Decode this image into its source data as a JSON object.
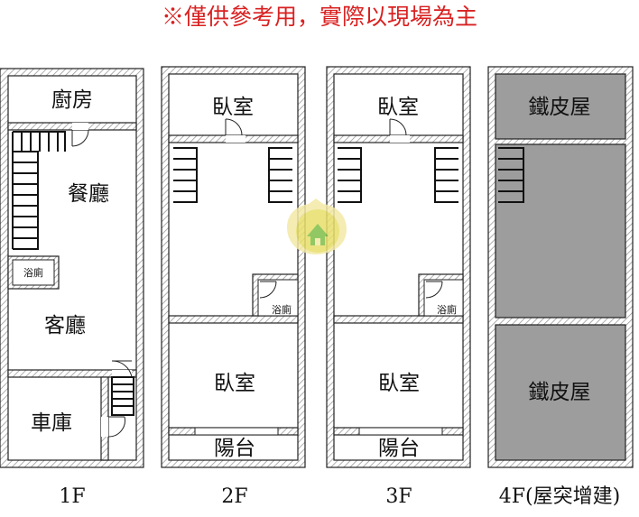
{
  "banner": {
    "text": "※僅供參考用，實際以現場為主",
    "color": "#d92121"
  },
  "levels": [
    {
      "label": "1F",
      "rooms": {
        "kitchen": "廚房",
        "dining": "餐廳",
        "bath": "浴廁",
        "living": "客廳",
        "garage": "車庫"
      }
    },
    {
      "label": "2F",
      "rooms": {
        "bedroom_front": "臥室",
        "bath": "浴廁",
        "bedroom_rear": "臥室",
        "balcony": "陽台"
      }
    },
    {
      "label": "3F",
      "rooms": {
        "bedroom_front": "臥室",
        "bath": "浴廁",
        "bedroom_rear": "臥室",
        "balcony": "陽台"
      }
    },
    {
      "label": "4F(屋突增建)",
      "rooms": {
        "shed_top": "鐵皮屋",
        "shed_bottom": "鐵皮屋"
      }
    }
  ],
  "colors": {
    "wall": "#222222",
    "hatch": "#9a9a9a",
    "shed_fill": "#9d9d9d",
    "floor": "#ffffff"
  },
  "icons": {
    "watermark": "house-logo-icon",
    "stairs": "stairs-icon",
    "door": "door-swing-icon"
  }
}
